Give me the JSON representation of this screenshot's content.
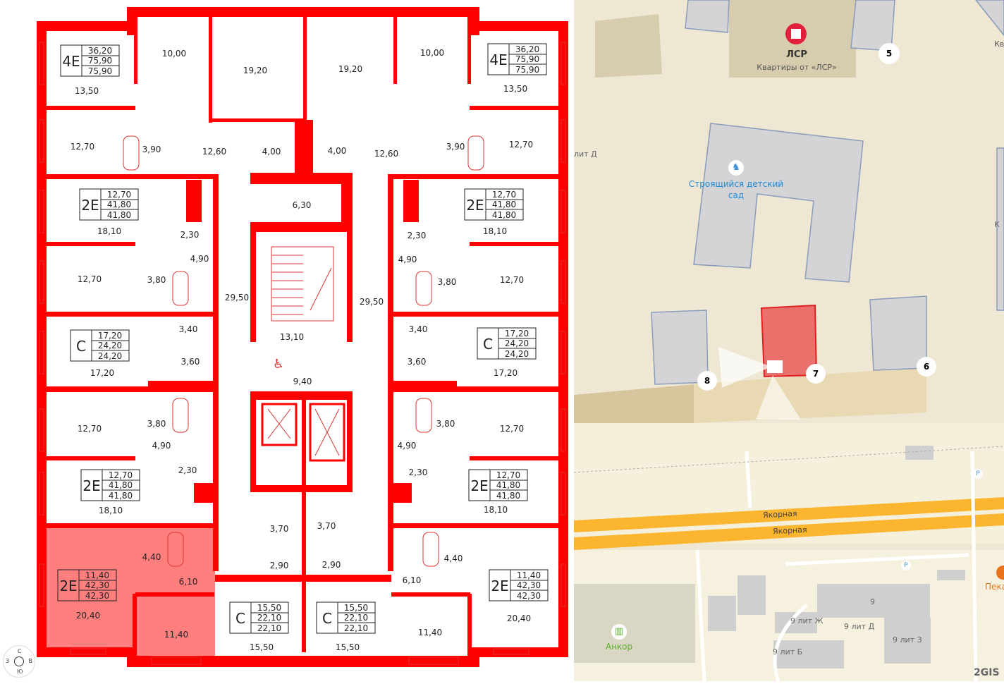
{
  "floor_plan": {
    "accent_color": "#ff0000",
    "highlight_color": "#ff7f7f",
    "rooms_left": [
      "13,50",
      "10,00",
      "19,20",
      "12,70",
      "3,90",
      "12,60",
      "4,00",
      "18,10",
      "2,30",
      "4,90",
      "12,70",
      "3,80",
      "29,50",
      "3,40",
      "3,60",
      "17,20",
      "3,80",
      "12,70",
      "4,90",
      "2,30",
      "18,10",
      "3,70",
      "2,90",
      "4,40",
      "6,10",
      "20,40",
      "11,40",
      "15,50"
    ],
    "rooms_right": [
      "19,20",
      "10,00",
      "13,50",
      "4,00",
      "12,60",
      "3,90",
      "12,70",
      "18,10",
      "2,30",
      "4,90",
      "3,80",
      "12,70",
      "29,50",
      "3,40",
      "3,60",
      "17,20",
      "3,80",
      "12,70",
      "4,90",
      "2,30",
      "18,10",
      "3,70",
      "2,90",
      "4,40",
      "6,10",
      "11,40",
      "20,40",
      "15,50"
    ],
    "core_rooms": [
      "6,30",
      "13,10",
      "9,40"
    ],
    "apartments": [
      {
        "type": "4E",
        "values": [
          "36,20",
          "75,90",
          "75,90"
        ]
      },
      {
        "type": "4E",
        "values": [
          "36,20",
          "75,90",
          "75,90"
        ]
      },
      {
        "type": "2E",
        "values": [
          "12,70",
          "41,80",
          "41,80"
        ]
      },
      {
        "type": "2E",
        "values": [
          "12,70",
          "41,80",
          "41,80"
        ]
      },
      {
        "type": "С",
        "values": [
          "17,20",
          "24,20",
          "24,20"
        ]
      },
      {
        "type": "С",
        "values": [
          "17,20",
          "24,20",
          "24,20"
        ]
      },
      {
        "type": "2E",
        "values": [
          "12,70",
          "41,80",
          "41,80"
        ]
      },
      {
        "type": "2E",
        "values": [
          "12,70",
          "41,80",
          "41,80"
        ]
      },
      {
        "type": "2E",
        "values": [
          "11,40",
          "42,30",
          "42,30"
        ],
        "selected": true
      },
      {
        "type": "2E",
        "values": [
          "11,40",
          "42,30",
          "42,30"
        ]
      },
      {
        "type": "С",
        "values": [
          "15,50",
          "22,10",
          "22,10"
        ]
      },
      {
        "type": "С",
        "values": [
          "15,50",
          "22,10",
          "22,10"
        ]
      }
    ],
    "compass": {
      "n": "С",
      "w": "З",
      "e": "В",
      "s": "Ю"
    }
  },
  "map": {
    "lsr_title": "ЛСР",
    "lsr_subtitle": "Квартиры от «ЛСР»",
    "house_numbers": [
      "5",
      "8",
      "7",
      "6"
    ],
    "edge_labels": [
      "Кв",
      "лит Д",
      "К"
    ],
    "kindergarten": [
      "Строящийся детский",
      "сад"
    ],
    "street": "Якорная",
    "parking": "P",
    "bakery": "Пека",
    "ankor": "Анкор",
    "buildings": [
      "9",
      "9 лит Ж",
      "9 лит Д",
      "9 лит З",
      "9 лит Б"
    ],
    "brand": "2GIS",
    "colors": {
      "road": "#fbb52f",
      "building": "#d4d4d6",
      "ground": "#ede7d3",
      "selected": "#e9706b",
      "lsr": "#e0203c",
      "kindergarten": "#1a8ad6",
      "ankor": "#5aac2c",
      "bakery": "#e8731c"
    }
  }
}
